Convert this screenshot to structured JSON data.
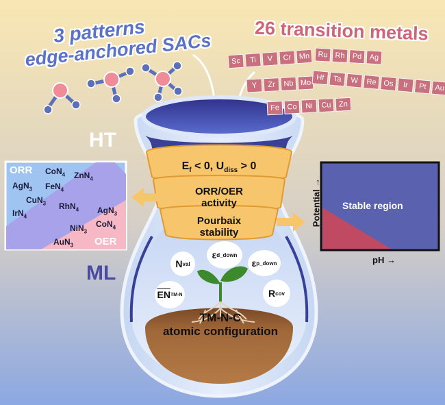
{
  "titles": {
    "patterns_line1": "3 patterns",
    "patterns_line2": "edge-anchored SACs",
    "metals": "26 transition metals"
  },
  "metals": {
    "row1_left": [
      "Sc",
      "Ti",
      "V",
      "Cr",
      "Mn"
    ],
    "row1_right": [
      "Ru",
      "Rh",
      "Pd",
      "Ag"
    ],
    "row2_left": [
      "Y",
      "Zr",
      "Nb",
      "Mo"
    ],
    "row2_right": [
      "Hf",
      "Ta",
      "W",
      "Re",
      "Os",
      "Ir",
      "Pt",
      "Au"
    ],
    "row3": [
      "Fe",
      "Co",
      "Ni",
      "Cu",
      "Zn"
    ]
  },
  "labels": {
    "ht": "HT",
    "ml": "ML"
  },
  "filters": {
    "stability_main": "E",
    "stability_sub_f": "f",
    "stability_mid": " < 0, U",
    "stability_sub_diss": "diss",
    "stability_end": " > 0",
    "activity_line1": "ORR/OER",
    "activity_line2": "activity",
    "pourbaix_line1": "Pourbaix",
    "pourbaix_line2": "stability"
  },
  "features": {
    "nval": {
      "main": "N",
      "sub": "val"
    },
    "ed": {
      "main": "ε",
      "sub": "d_down"
    },
    "ep": {
      "main": "ε",
      "sub": "p_down"
    },
    "en": {
      "main": "EN",
      "sub": "TM-N"
    },
    "rcov": {
      "main": "R",
      "sub": "cov"
    }
  },
  "soil_text": {
    "line1": "TM-N-C",
    "line2": "atomic configuration"
  },
  "results_panel": {
    "orr": "ORR",
    "oer": "OER",
    "catalysts": [
      {
        "base": "CoN",
        "sub": "4"
      },
      {
        "base": "ZnN",
        "sub": "4"
      },
      {
        "base": "AgN",
        "sub": "3"
      },
      {
        "base": "FeN",
        "sub": "4"
      },
      {
        "base": "CuN",
        "sub": "3"
      },
      {
        "base": "IrN",
        "sub": "4"
      },
      {
        "base": "RhN",
        "sub": "4"
      },
      {
        "base": "AgN",
        "sub": "3"
      },
      {
        "base": "NiN",
        "sub": "3"
      },
      {
        "base": "CoN",
        "sub": "4"
      },
      {
        "base": "AuN",
        "sub": "3"
      }
    ]
  },
  "pourbaix_panel": {
    "region_label": "Stable region",
    "ylabel": "Potential",
    "xlabel": "pH"
  },
  "colors": {
    "bg_top": "#f7e5b0",
    "bg_bottom": "#8faae0",
    "title_blue": "#5a72c8",
    "title_pink": "#cc6678",
    "chip": "#c8707e",
    "band": "#f7c56c",
    "stable_blue": "#5a62b0",
    "unstable_red": "#c04a62",
    "orr_bg": "#9fc4f2",
    "oer_bg": "#f6b8c4",
    "diag_band": "#a8a2ea",
    "soil": "#9a6236"
  }
}
